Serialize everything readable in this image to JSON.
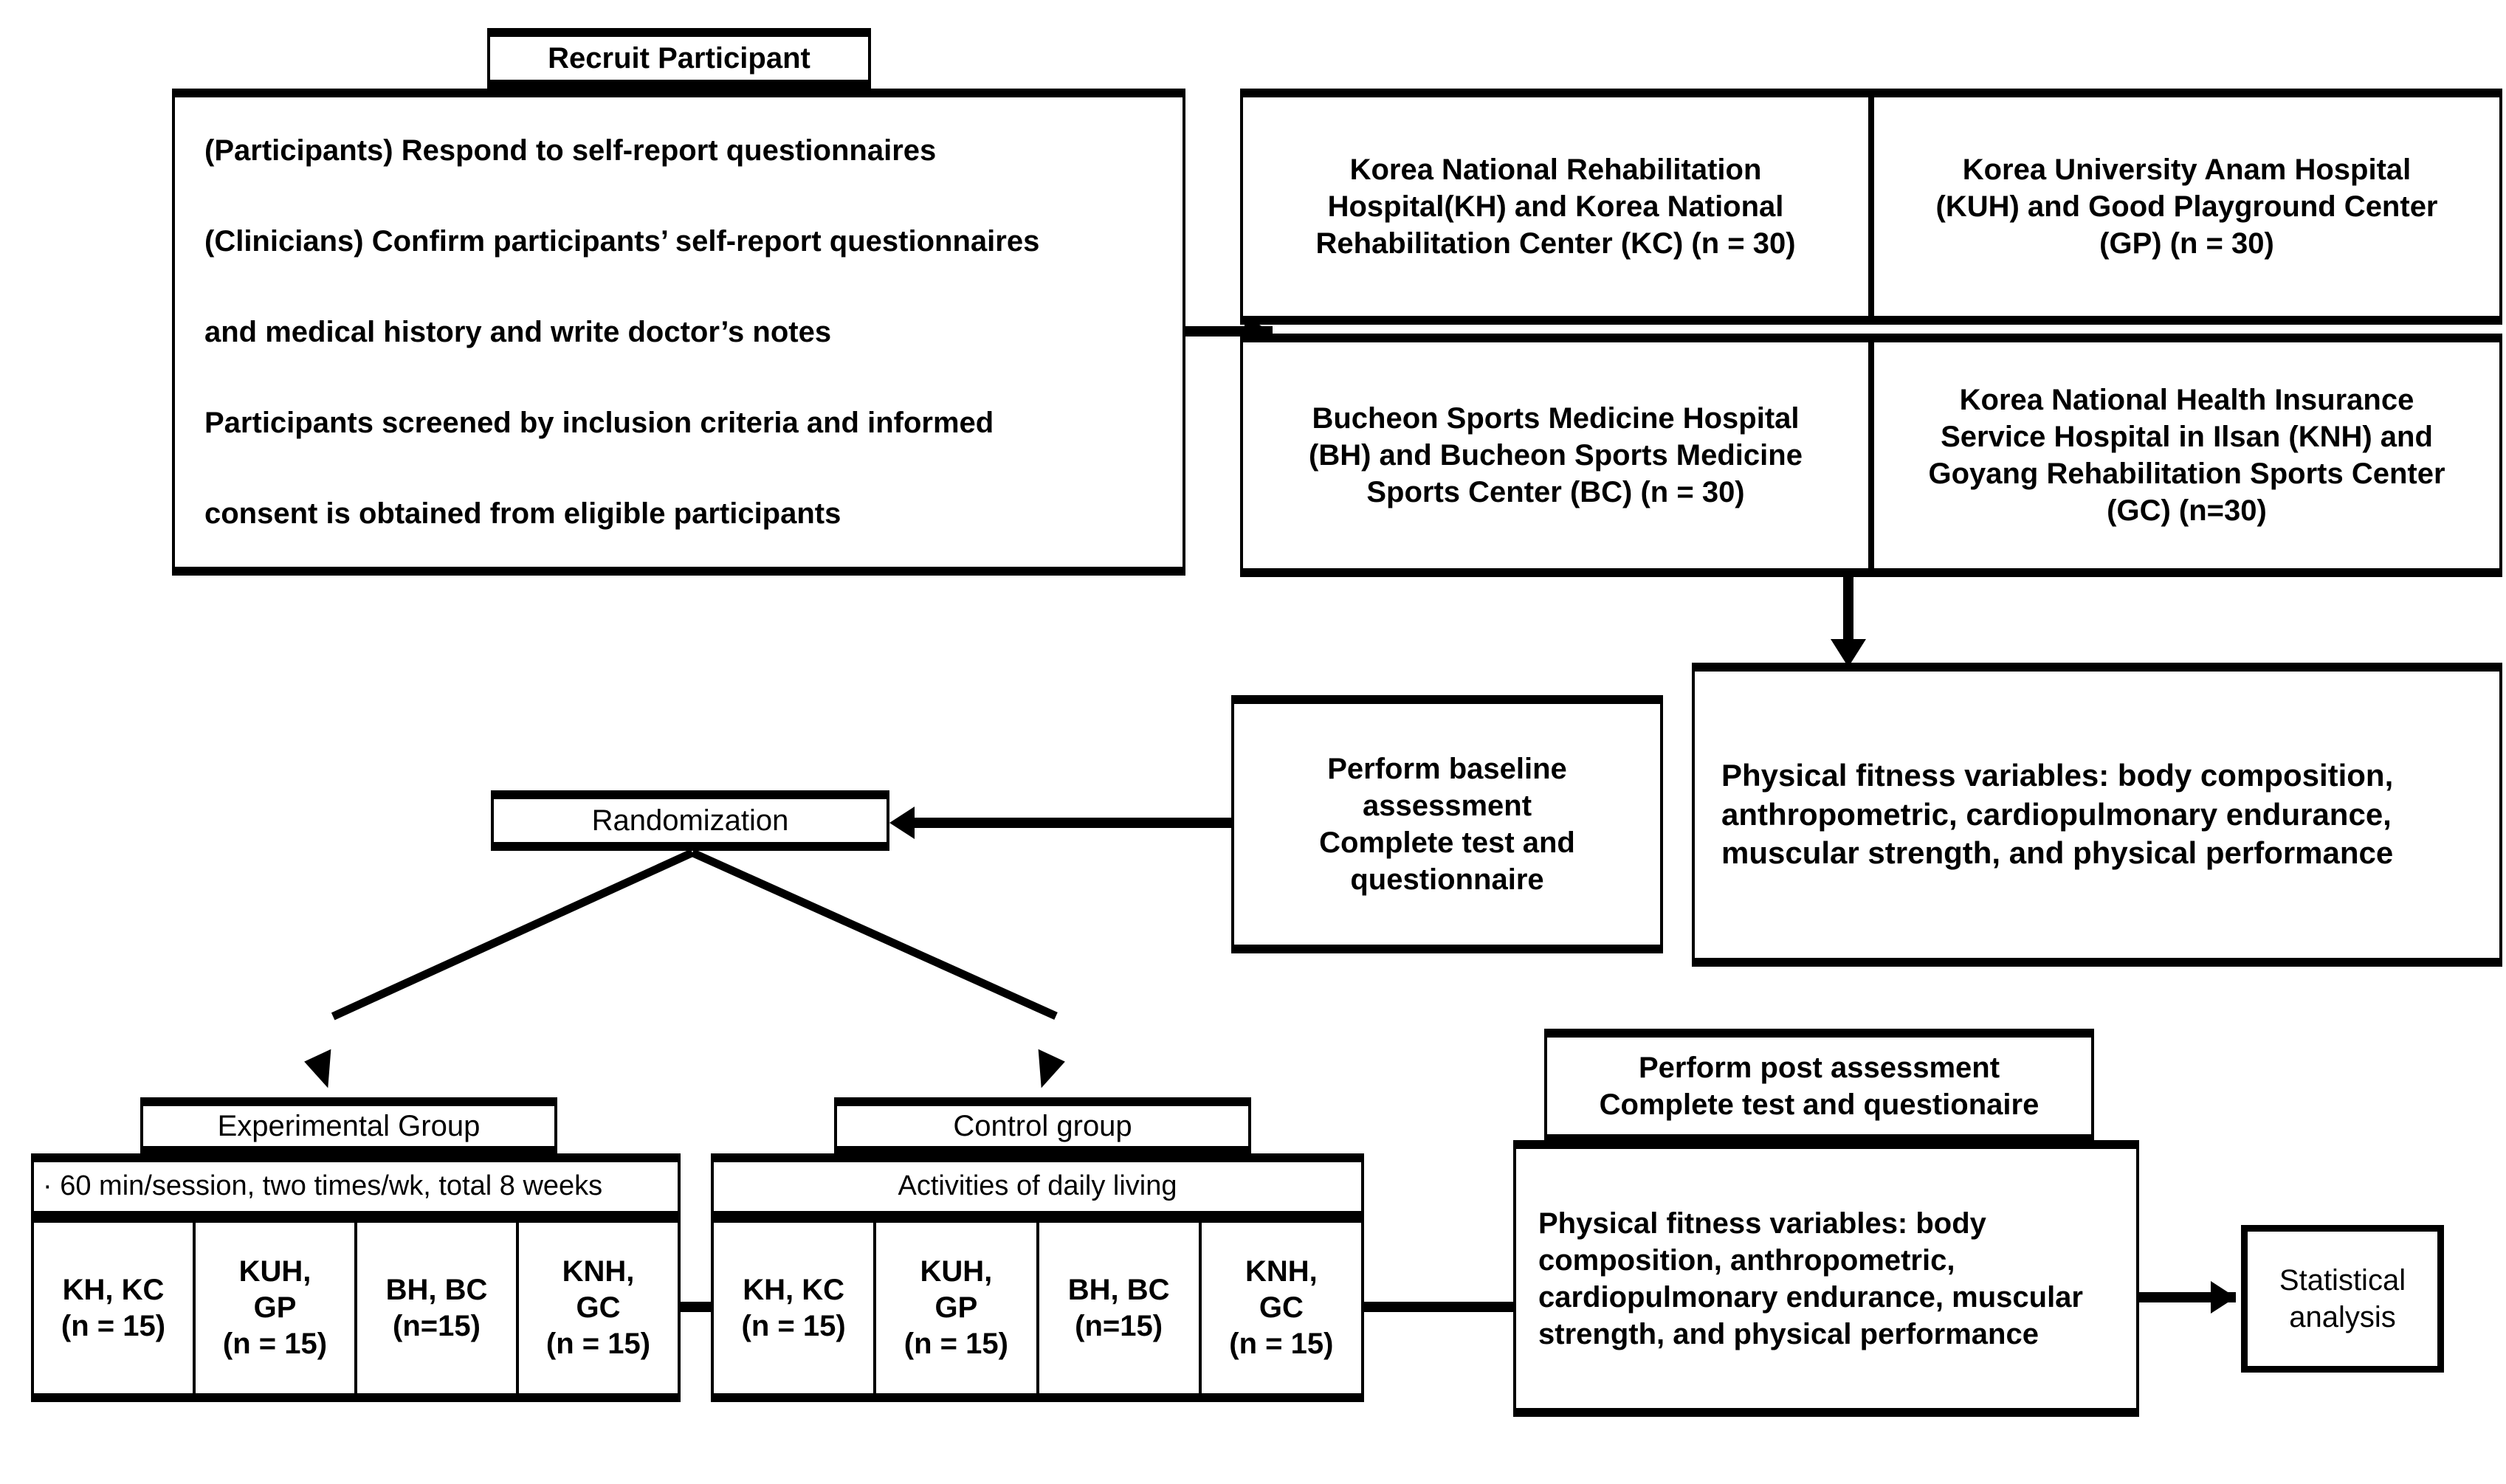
{
  "diagram": {
    "title": "Study flow diagram",
    "colors": {
      "stroke": "#000000",
      "background": "#ffffff",
      "text": "#000000"
    }
  },
  "recruit": {
    "header": "Recruit Participant",
    "lines": [
      "(Participants) Respond to self-report questionnaires",
      "(Clinicians) Confirm participants’ self-report questionnaires",
      "and medical history and write doctor’s notes",
      "Participants  screened  by  inclusion  criteria  and  informed",
      "consent is obtained from eligible participants"
    ]
  },
  "sites": {
    "top_left": {
      "lines": [
        "Korea National Rehabilitation",
        "Hospital(KH) and Korea National",
        "Rehabilitation Center (KC) (n = 30)"
      ]
    },
    "top_right": {
      "lines": [
        "Korea University Anam Hospital",
        "(KUH) and Good Playground Center",
        "(GP) (n = 30)"
      ]
    },
    "bottom_left": {
      "lines": [
        "Bucheon Sports Medicine Hospital",
        "(BH) and Bucheon Sports Medicine",
        "Sports Center (BC) (n = 30)"
      ]
    },
    "bottom_right": {
      "lines": [
        "Korea National Health Insurance",
        "Service Hospital in Ilsan (KNH) and",
        "Goyang Rehabilitation Sports Center",
        "(GC) (n=30)"
      ]
    }
  },
  "baseline_variables": {
    "lines": [
      "Physical fitness variables: body composition,",
      "anthropometric,  cardiopulmonary  endurance,",
      "muscular strength, and physical performance"
    ]
  },
  "baseline_assessment": {
    "lines": [
      "Perform baseline",
      "assessment",
      "Complete test and",
      "questionnaire"
    ]
  },
  "randomization": {
    "label": "Randomization"
  },
  "experimental": {
    "header": "Experimental Group",
    "protocol": "· 60 min/session, two times/wk, total 8 weeks",
    "cells": [
      {
        "lines": [
          "KH, KC",
          "(n = 15)"
        ]
      },
      {
        "lines": [
          "KUH,",
          "GP",
          "(n = 15)"
        ]
      },
      {
        "lines": [
          "BH, BC",
          "(n=15)"
        ]
      },
      {
        "lines": [
          "KNH,",
          "GC",
          "(n = 15)"
        ]
      }
    ]
  },
  "control": {
    "header": "Control group",
    "protocol": "Activities of daily living",
    "cells": [
      {
        "lines": [
          "KH, KC",
          "(n = 15)"
        ]
      },
      {
        "lines": [
          "KUH,",
          "GP",
          "(n = 15)"
        ]
      },
      {
        "lines": [
          "BH, BC",
          "(n=15)"
        ]
      },
      {
        "lines": [
          "KNH,",
          "GC",
          "(n = 15)"
        ]
      }
    ]
  },
  "post_assessment": {
    "header_lines": [
      "Perform post assessment",
      "Complete test and questionaire"
    ],
    "body_lines": [
      "Physical fitness variables: body",
      "composition, anthropometric,",
      "cardiopulmonary endurance, muscular",
      "strength, and physical performance"
    ]
  },
  "statistical_analysis": {
    "lines": [
      "Statistical",
      "analysis"
    ]
  }
}
